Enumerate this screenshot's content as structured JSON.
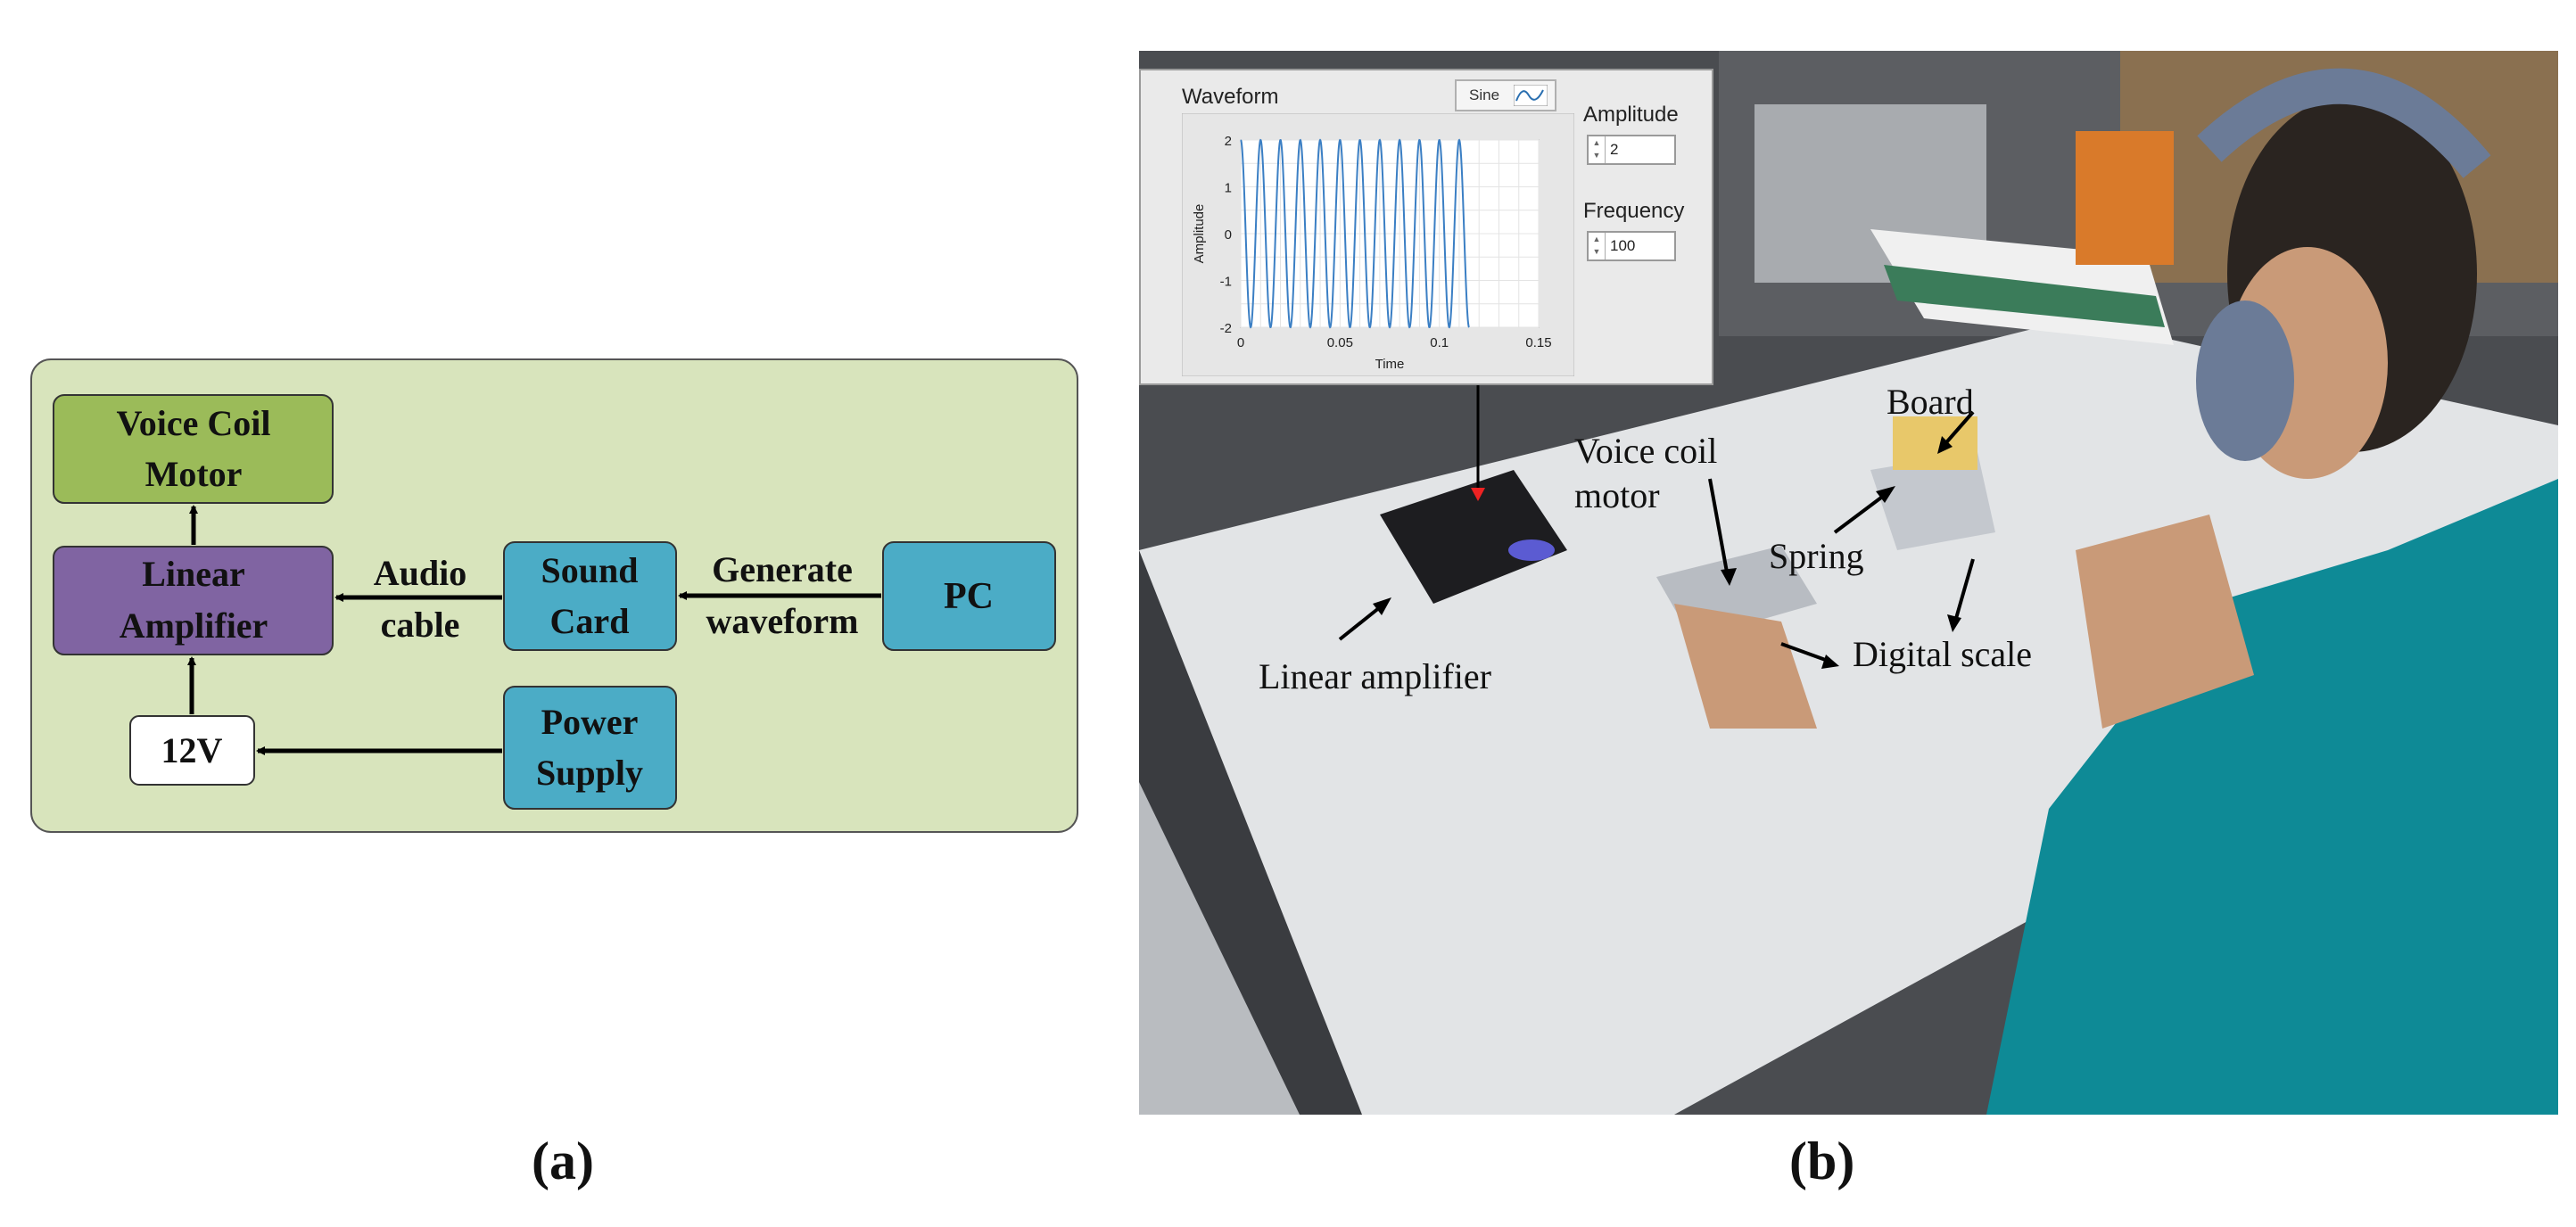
{
  "panel_a": {
    "caption": "(a)",
    "blocks": {
      "vcm": [
        "Voice Coil",
        "Motor"
      ],
      "amp": [
        "Linear",
        "Amplifier"
      ],
      "sound": [
        "Sound",
        "Card"
      ],
      "pc": [
        "PC"
      ],
      "power": [
        "Power",
        "Supply"
      ],
      "v12": [
        "12V"
      ]
    },
    "labels": {
      "audio": [
        "Audio",
        "cable"
      ],
      "generate": [
        "Generate",
        "waveform"
      ]
    },
    "colors": {
      "background": "#d8e4bc",
      "vcm": "#9bbb59",
      "amp": "#8064a2",
      "blue": "#4bacc6",
      "white": "#ffffff"
    }
  },
  "panel_b": {
    "caption": "(b)",
    "labview": {
      "title": "Waveform",
      "type_button": "Sine",
      "amplitude_label": "Amplitude",
      "amplitude_value": "2",
      "frequency_label": "Frequency",
      "frequency_value": "100",
      "y_axis_label": "Amplitude",
      "x_axis_label": "Time",
      "y_ticks": [
        "2",
        "1",
        "0",
        "-1",
        "-2"
      ],
      "x_ticks": [
        "0",
        "0.05",
        "0.1",
        "0.15"
      ]
    },
    "annotations": {
      "board": "Board",
      "voice_coil_line1": "Voice coil",
      "voice_coil_line2": "motor",
      "spring": "Spring",
      "digital_scale": "Digital scale",
      "linear_amplifier": "Linear amplifier"
    }
  },
  "chart_data": {
    "type": "line",
    "xlabel": "Time",
    "ylabel": "Amplitude",
    "xlim": [
      0,
      0.15
    ],
    "ylim": [
      -2,
      2
    ],
    "series": [
      {
        "amplitude": 2,
        "frequency": 100,
        "x_end": 0.115
      }
    ]
  }
}
